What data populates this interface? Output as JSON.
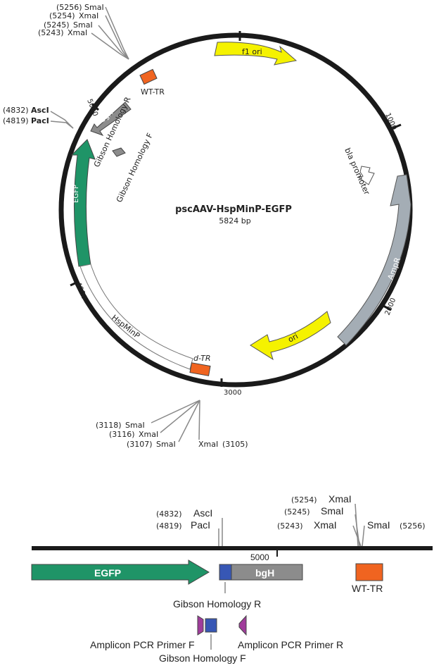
{
  "plasmid": {
    "name": "pscAAV-HspMinP-EGFP",
    "size": "5824 bp"
  },
  "circular": {
    "ticks": [
      "1000",
      "2000",
      "3000",
      "4000",
      "5000"
    ],
    "top_sites": [
      {
        "pos": "(5256)",
        "name": "SmaI"
      },
      {
        "pos": "(5254)",
        "name": "XmaI"
      },
      {
        "pos": "(5245)",
        "name": "SmaI"
      },
      {
        "pos": "(5243)",
        "name": "XmaI"
      }
    ],
    "left_sites": [
      {
        "pos": "(4832)",
        "name": "AscI"
      },
      {
        "pos": "(4819)",
        "name": "PacI"
      }
    ],
    "bottom_sites": [
      {
        "pos": "(3118)",
        "name": "SmaI"
      },
      {
        "pos": "(3116)",
        "name": "XmaI"
      },
      {
        "pos": "(3107)",
        "name": "SmaI"
      },
      {
        "pos": "(3105)",
        "name": "XmaI"
      }
    ],
    "features": {
      "f1_ori": "f1 ori",
      "wt_tr": "WT-TR",
      "bgh": "bgH",
      "gibson_r": "Gibson Homology R",
      "gibson_f": "Gibson Homology F",
      "egfp": "EGFP",
      "bla_promoter": "bla promoter",
      "ampr": "AmpR",
      "ori": "ori",
      "hspminp": "HspMinP",
      "d_tr": "d-TR"
    }
  },
  "linear": {
    "tick": "5000",
    "sites_left": [
      {
        "pos": "(4832)",
        "name": "AscI"
      },
      {
        "pos": "(4819)",
        "name": "PacI"
      }
    ],
    "sites_right": [
      {
        "pos": "(5254)",
        "name": "XmaI"
      },
      {
        "pos": "(5245)",
        "name": "SmaI"
      },
      {
        "pos": "(5243)",
        "name": "XmaI"
      },
      {
        "pos": "(5256)",
        "name": "SmaI"
      }
    ],
    "features": {
      "egfp": "EGFP",
      "bgh": "bgH",
      "wt_tr": "WT-TR",
      "gibson_r": "Gibson Homology R",
      "primer_f": "Amplicon PCR Primer F",
      "primer_r": "Amplicon PCR Primer R",
      "gibson_f": "Gibson Homology F"
    }
  },
  "colors": {
    "egfp": "#1f9467",
    "gray": "#8c8c8c",
    "ampr": "#a4adb5",
    "yellow": "#f5f200",
    "orange": "#f06420",
    "blue": "#3757b5",
    "magenta": "#a03c9b"
  }
}
